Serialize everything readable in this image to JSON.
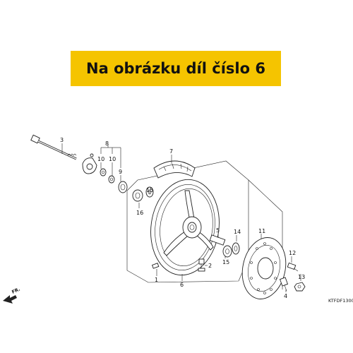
{
  "banner": {
    "text": "Na obrázku díl číslo 6",
    "color": "#f5c400"
  },
  "labels": {
    "p1": "1",
    "p2": "2",
    "p3": "3",
    "p4": "4",
    "p5": "5",
    "p6": "6",
    "p7": "7",
    "p8": "8",
    "p9": "9",
    "p10a": "10",
    "p10b": "10",
    "p11": "11",
    "p12": "12",
    "p13": "13",
    "p14": "14",
    "p15a": "15",
    "p15b": "15",
    "p16": "16"
  },
  "front_marker": "FR.",
  "diagram_code": "KTFDF1300"
}
